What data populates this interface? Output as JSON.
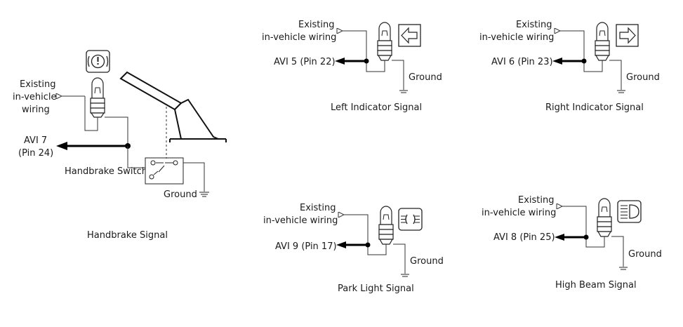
{
  "handbrake": {
    "existing_line1": "Existing",
    "existing_line2": "in-vehicle",
    "existing_line3": "wiring",
    "avi_line1": "AVI 7",
    "avi_line2": "(Pin 24)",
    "switch_label": "Handbrake Switch",
    "ground_label": "Ground",
    "caption": "Handbrake Signal"
  },
  "left_indicator": {
    "existing_line1": "Existing",
    "existing_line2": "in-vehicle wiring",
    "avi_label": "AVI 5 (Pin 22)",
    "ground_label": "Ground",
    "caption": "Left Indicator Signal"
  },
  "right_indicator": {
    "existing_line1": "Existing",
    "existing_line2": "in-vehicle wiring",
    "avi_label": "AVI 6 (Pin 23)",
    "ground_label": "Ground",
    "caption": "Right Indicator Signal"
  },
  "park_light": {
    "existing_line1": "Existing",
    "existing_line2": "in-vehicle wiring",
    "avi_label": "AVI 9 (Pin 17)",
    "ground_label": "Ground",
    "caption": "Park Light Signal"
  },
  "high_beam": {
    "existing_line1": "Existing",
    "existing_line2": "in-vehicle wiring",
    "avi_label": "AVI 8 (Pin 25)",
    "ground_label": "Ground",
    "caption": "High Beam Signal"
  },
  "icons": [
    "brake-warning-icon",
    "left-arrow-icon",
    "right-arrow-icon",
    "park-light-icon",
    "high-beam-icon"
  ]
}
